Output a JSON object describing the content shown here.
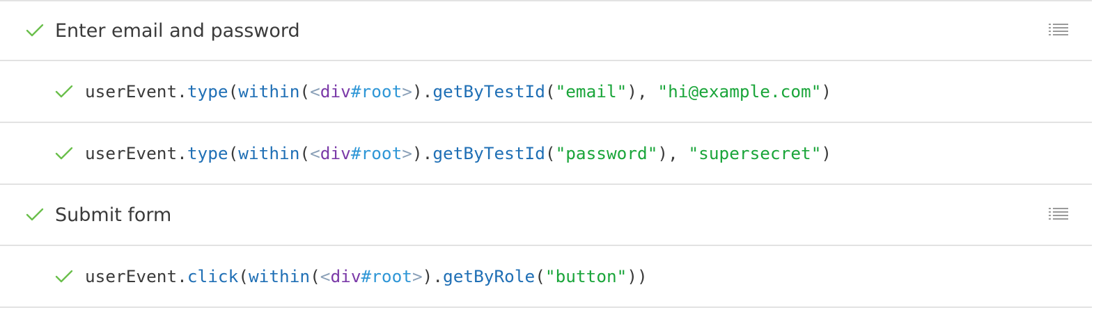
{
  "colors": {
    "check": "#6abf4b",
    "border": "#e2e2e2",
    "function": "#1f6fb5",
    "string": "#1aa53a",
    "tag": "#7b3aa8",
    "id": "#2e96d6"
  },
  "groups": [
    {
      "title": "Enter email and password",
      "icon": "list-icon",
      "steps": [
        {
          "tokens": [
            {
              "t": "userEvent",
              "k": "obj"
            },
            {
              "t": ".",
              "k": "punc"
            },
            {
              "t": "type",
              "k": "fn"
            },
            {
              "t": "(",
              "k": "punc"
            },
            {
              "t": "within",
              "k": "fn"
            },
            {
              "t": "(",
              "k": "punc"
            },
            {
              "t": "<",
              "k": "angle"
            },
            {
              "t": "div",
              "k": "tag"
            },
            {
              "t": "#root",
              "k": "id"
            },
            {
              "t": ">",
              "k": "angle"
            },
            {
              "t": ").",
              "k": "punc"
            },
            {
              "t": "getByTestId",
              "k": "fn"
            },
            {
              "t": "(",
              "k": "punc"
            },
            {
              "t": "\"email\"",
              "k": "str"
            },
            {
              "t": "), ",
              "k": "punc"
            },
            {
              "t": "\"hi@example.com\"",
              "k": "str"
            },
            {
              "t": ")",
              "k": "punc"
            }
          ]
        },
        {
          "tokens": [
            {
              "t": "userEvent",
              "k": "obj"
            },
            {
              "t": ".",
              "k": "punc"
            },
            {
              "t": "type",
              "k": "fn"
            },
            {
              "t": "(",
              "k": "punc"
            },
            {
              "t": "within",
              "k": "fn"
            },
            {
              "t": "(",
              "k": "punc"
            },
            {
              "t": "<",
              "k": "angle"
            },
            {
              "t": "div",
              "k": "tag"
            },
            {
              "t": "#root",
              "k": "id"
            },
            {
              "t": ">",
              "k": "angle"
            },
            {
              "t": ").",
              "k": "punc"
            },
            {
              "t": "getByTestId",
              "k": "fn"
            },
            {
              "t": "(",
              "k": "punc"
            },
            {
              "t": "\"password\"",
              "k": "str"
            },
            {
              "t": "), ",
              "k": "punc"
            },
            {
              "t": "\"supersecret\"",
              "k": "str"
            },
            {
              "t": ")",
              "k": "punc"
            }
          ]
        }
      ]
    },
    {
      "title": "Submit form",
      "icon": "list-icon",
      "steps": [
        {
          "tokens": [
            {
              "t": "userEvent",
              "k": "obj"
            },
            {
              "t": ".",
              "k": "punc"
            },
            {
              "t": "click",
              "k": "fn"
            },
            {
              "t": "(",
              "k": "punc"
            },
            {
              "t": "within",
              "k": "fn"
            },
            {
              "t": "(",
              "k": "punc"
            },
            {
              "t": "<",
              "k": "angle"
            },
            {
              "t": "div",
              "k": "tag"
            },
            {
              "t": "#root",
              "k": "id"
            },
            {
              "t": ">",
              "k": "angle"
            },
            {
              "t": ").",
              "k": "punc"
            },
            {
              "t": "getByRole",
              "k": "fn"
            },
            {
              "t": "(",
              "k": "punc"
            },
            {
              "t": "\"button\"",
              "k": "str"
            },
            {
              "t": "))",
              "k": "punc"
            }
          ]
        }
      ]
    }
  ]
}
